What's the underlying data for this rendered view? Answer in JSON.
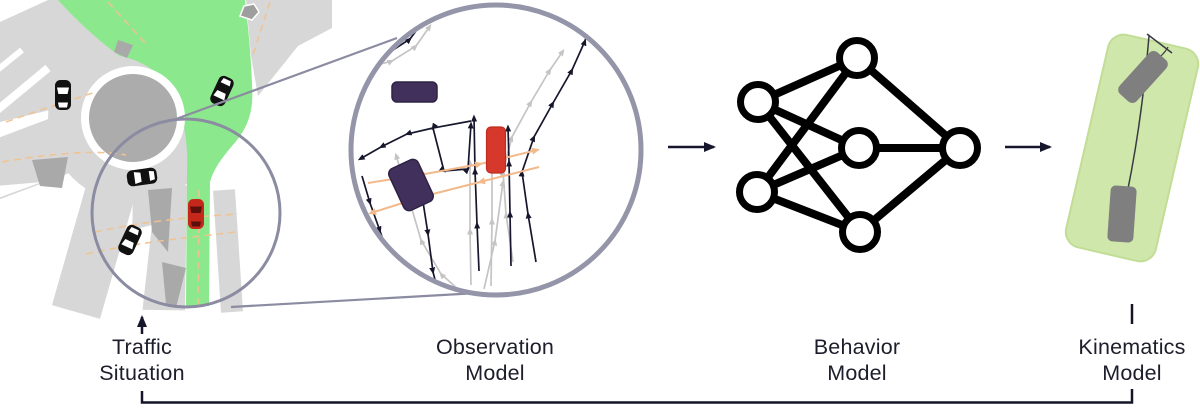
{
  "diagram": {
    "stages": [
      {
        "id": "traffic-situation",
        "label": "Traffic\nSituation"
      },
      {
        "id": "observation-model",
        "label": "Observation\nModel"
      },
      {
        "id": "behavior-model",
        "label": "Behavior\nModel"
      },
      {
        "id": "kinematics-model",
        "label": "Kinematics\nModel"
      }
    ],
    "icons": [
      "roundabout-map",
      "magnifier-circle",
      "observation-circle",
      "ego-vehicle-red",
      "agent-vehicle-purple",
      "trajectory-arrows",
      "neural-network-icon",
      "kinematics-panel",
      "steering-angle-arc",
      "flow-arrow-right",
      "feedback-loop-line",
      "traffic-situation-pointer-arrow"
    ],
    "colors": {
      "road_grey": "#d7d7d7",
      "island_grey": "#acacac",
      "route_green": "#8ce88c",
      "ego_red": "#d7382c",
      "agent_purple": "#42305c",
      "circle_outline": "#9495a9",
      "ink": "#16162c",
      "trajectory_grey": "#c4c4c4",
      "trajectory_orange": "#f2b98a",
      "kinematics_green": "#cfe7ab",
      "kinematics_car_grey": "#7f7f7f",
      "nn_black": "#000000"
    }
  }
}
